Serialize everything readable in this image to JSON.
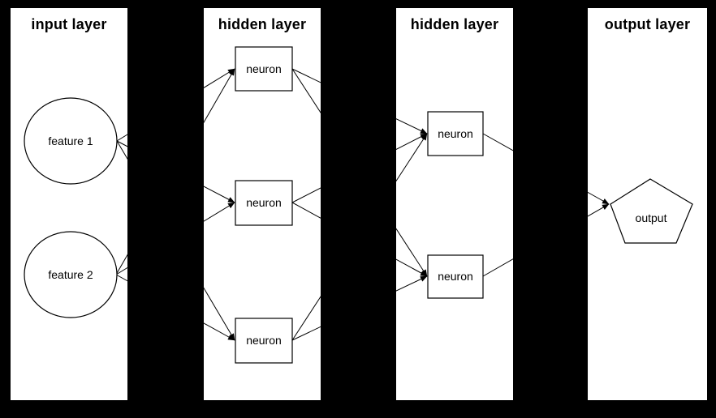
{
  "diagram": {
    "type": "neural-network",
    "colors": {
      "background": "#000000",
      "panel": "#ffffff",
      "line": "#000000",
      "text": "#000000"
    },
    "layers": [
      {
        "id": "input",
        "title": "input layer",
        "nodes": [
          {
            "id": "feature1",
            "label": "feature 1",
            "shape": "circle"
          },
          {
            "id": "feature2",
            "label": "feature 2",
            "shape": "circle"
          }
        ]
      },
      {
        "id": "hidden1",
        "title": "hidden layer",
        "nodes": [
          {
            "id": "h1n1",
            "label": "neuron",
            "shape": "rectangle"
          },
          {
            "id": "h1n2",
            "label": "neuron",
            "shape": "rectangle"
          },
          {
            "id": "h1n3",
            "label": "neuron",
            "shape": "rectangle"
          }
        ]
      },
      {
        "id": "hidden2",
        "title": "hidden layer",
        "nodes": [
          {
            "id": "h2n1",
            "label": "neuron",
            "shape": "rectangle"
          },
          {
            "id": "h2n2",
            "label": "neuron",
            "shape": "rectangle"
          }
        ]
      },
      {
        "id": "output",
        "title": "output layer",
        "nodes": [
          {
            "id": "out1",
            "label": "output",
            "shape": "pentagon"
          }
        ]
      }
    ],
    "connections": [
      {
        "from": "feature1",
        "to": "h1n1"
      },
      {
        "from": "feature1",
        "to": "h1n2"
      },
      {
        "from": "feature1",
        "to": "h1n3"
      },
      {
        "from": "feature2",
        "to": "h1n1"
      },
      {
        "from": "feature2",
        "to": "h1n2"
      },
      {
        "from": "feature2",
        "to": "h1n3"
      },
      {
        "from": "h1n1",
        "to": "h2n1"
      },
      {
        "from": "h1n1",
        "to": "h2n2"
      },
      {
        "from": "h1n2",
        "to": "h2n1"
      },
      {
        "from": "h1n2",
        "to": "h2n2"
      },
      {
        "from": "h1n3",
        "to": "h2n1"
      },
      {
        "from": "h1n3",
        "to": "h2n2"
      },
      {
        "from": "h2n1",
        "to": "out1"
      },
      {
        "from": "h2n2",
        "to": "out1"
      }
    ]
  }
}
